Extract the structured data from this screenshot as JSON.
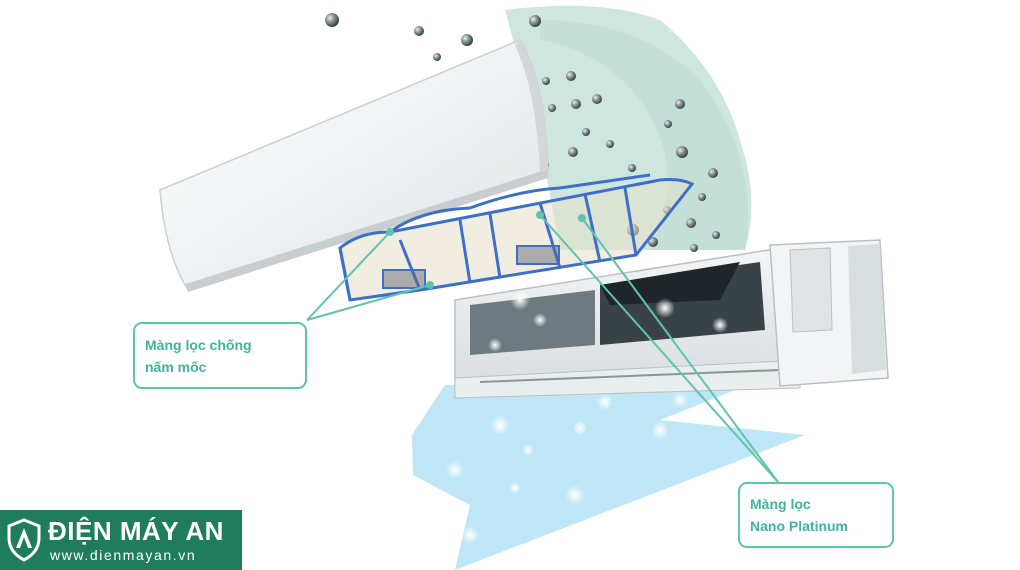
{
  "callouts": {
    "antifungal_filter": {
      "line1": "Màng lọc chống",
      "line2": "nấm mốc"
    },
    "nano_platinum_filter": {
      "line1": "Màng lọc",
      "line2": "Nano Platinum"
    }
  },
  "logo": {
    "brand": "ĐIỆN MÁY AN",
    "url": "www.dienmayan.vn"
  },
  "colors": {
    "callout_border": "#5fc3ad",
    "callout_text": "#3fb39b",
    "logo_bg": "#1f7d5d",
    "airflow": "#bfe6f7",
    "purified_zone": "#cfe6de"
  }
}
